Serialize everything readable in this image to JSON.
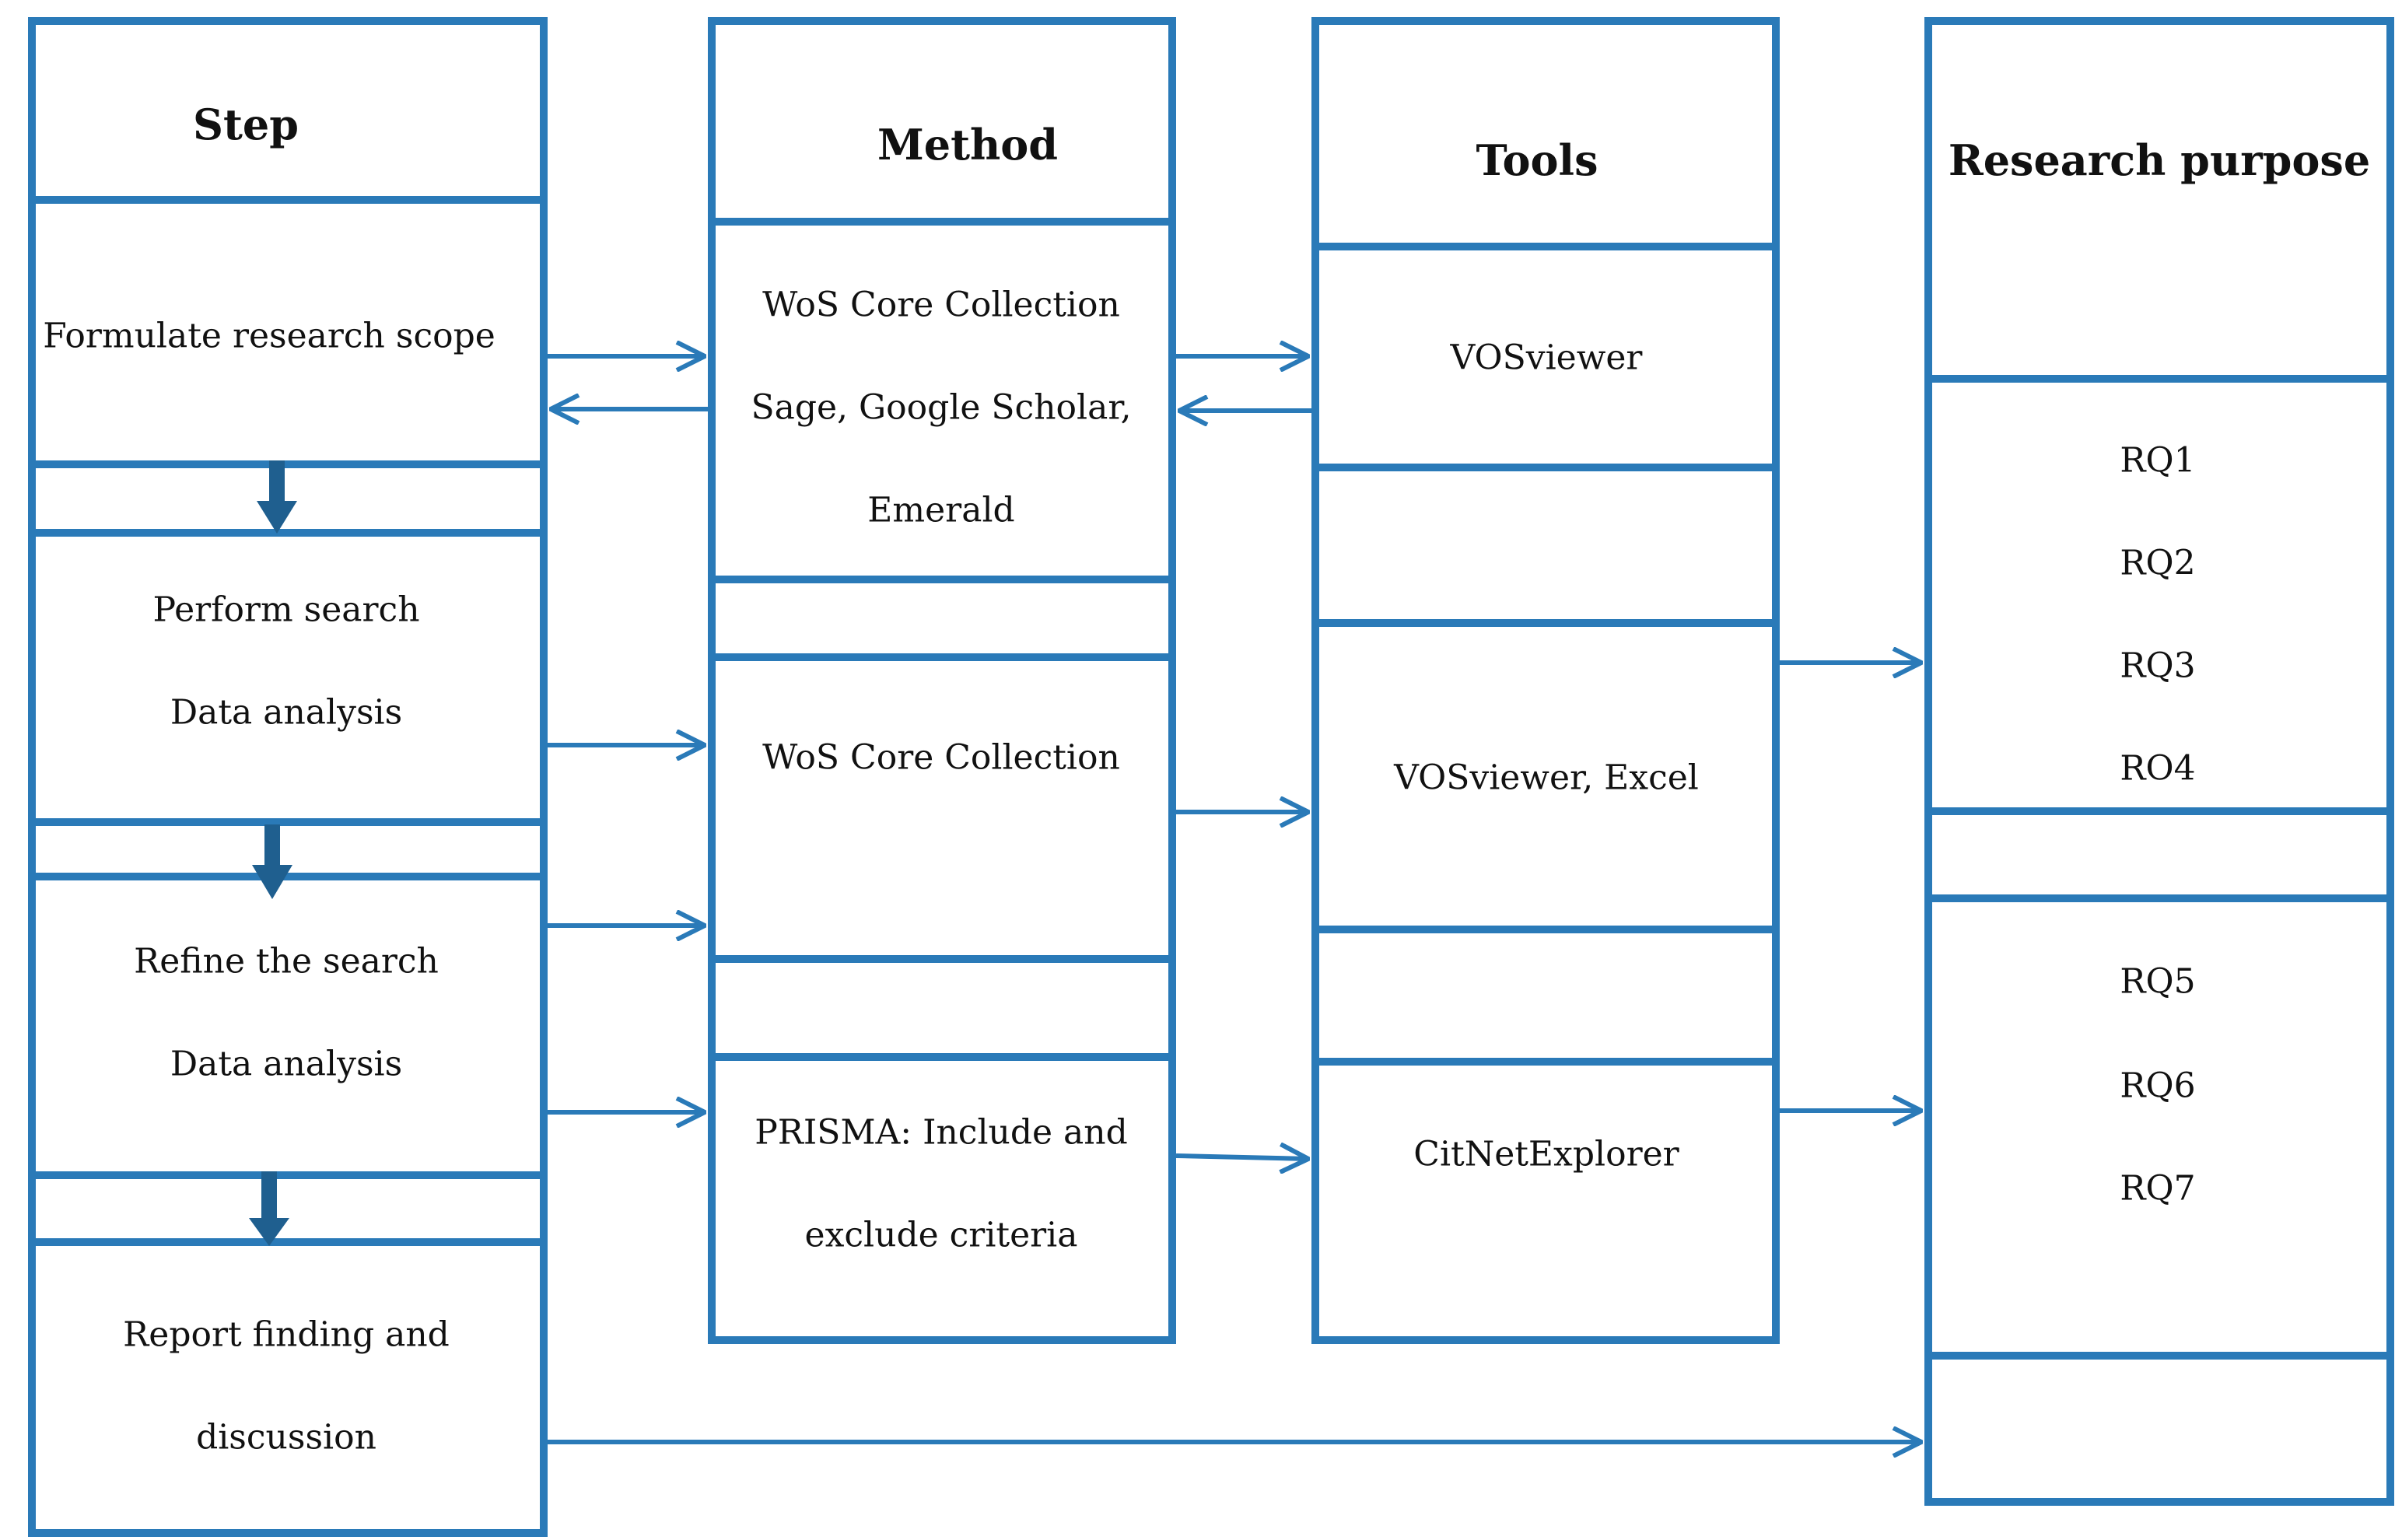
{
  "columns": {
    "step": {
      "header": "Step",
      "items": [
        {
          "lines": [
            "Formulate research scope"
          ]
        },
        {
          "lines": [
            "Perform search",
            "Data analysis"
          ]
        },
        {
          "lines": [
            "Refine the search",
            "Data analysis"
          ]
        },
        {
          "lines": [
            "Report finding and",
            "discussion"
          ]
        }
      ]
    },
    "method": {
      "header": "Method",
      "items": [
        {
          "lines": [
            "WoS Core Collection",
            "Sage, Google Scholar,",
            "Emerald"
          ]
        },
        {
          "lines": [
            "WoS Core Collection"
          ]
        },
        {
          "lines": [
            "PRISMA: Include and",
            "exclude criteria"
          ]
        }
      ]
    },
    "tools": {
      "header": "Tools",
      "items": [
        {
          "lines": [
            "VOSviewer"
          ]
        },
        {
          "lines": [
            "VOSviewer, Excel"
          ]
        },
        {
          "lines": [
            "CitNetExplorer"
          ]
        }
      ]
    },
    "purpose": {
      "header": "Research purpose",
      "items": [
        {
          "lines": [
            "RQ1",
            "RQ2",
            "RQ3",
            "RO4"
          ]
        },
        {
          "lines": [
            "RQ5",
            "RQ6",
            "RQ7"
          ]
        }
      ]
    }
  },
  "colors": {
    "border": "#2a7ab8",
    "arrow": "#2a7ab8",
    "down_arrow": "#1f5f8f",
    "text": "#111111"
  }
}
